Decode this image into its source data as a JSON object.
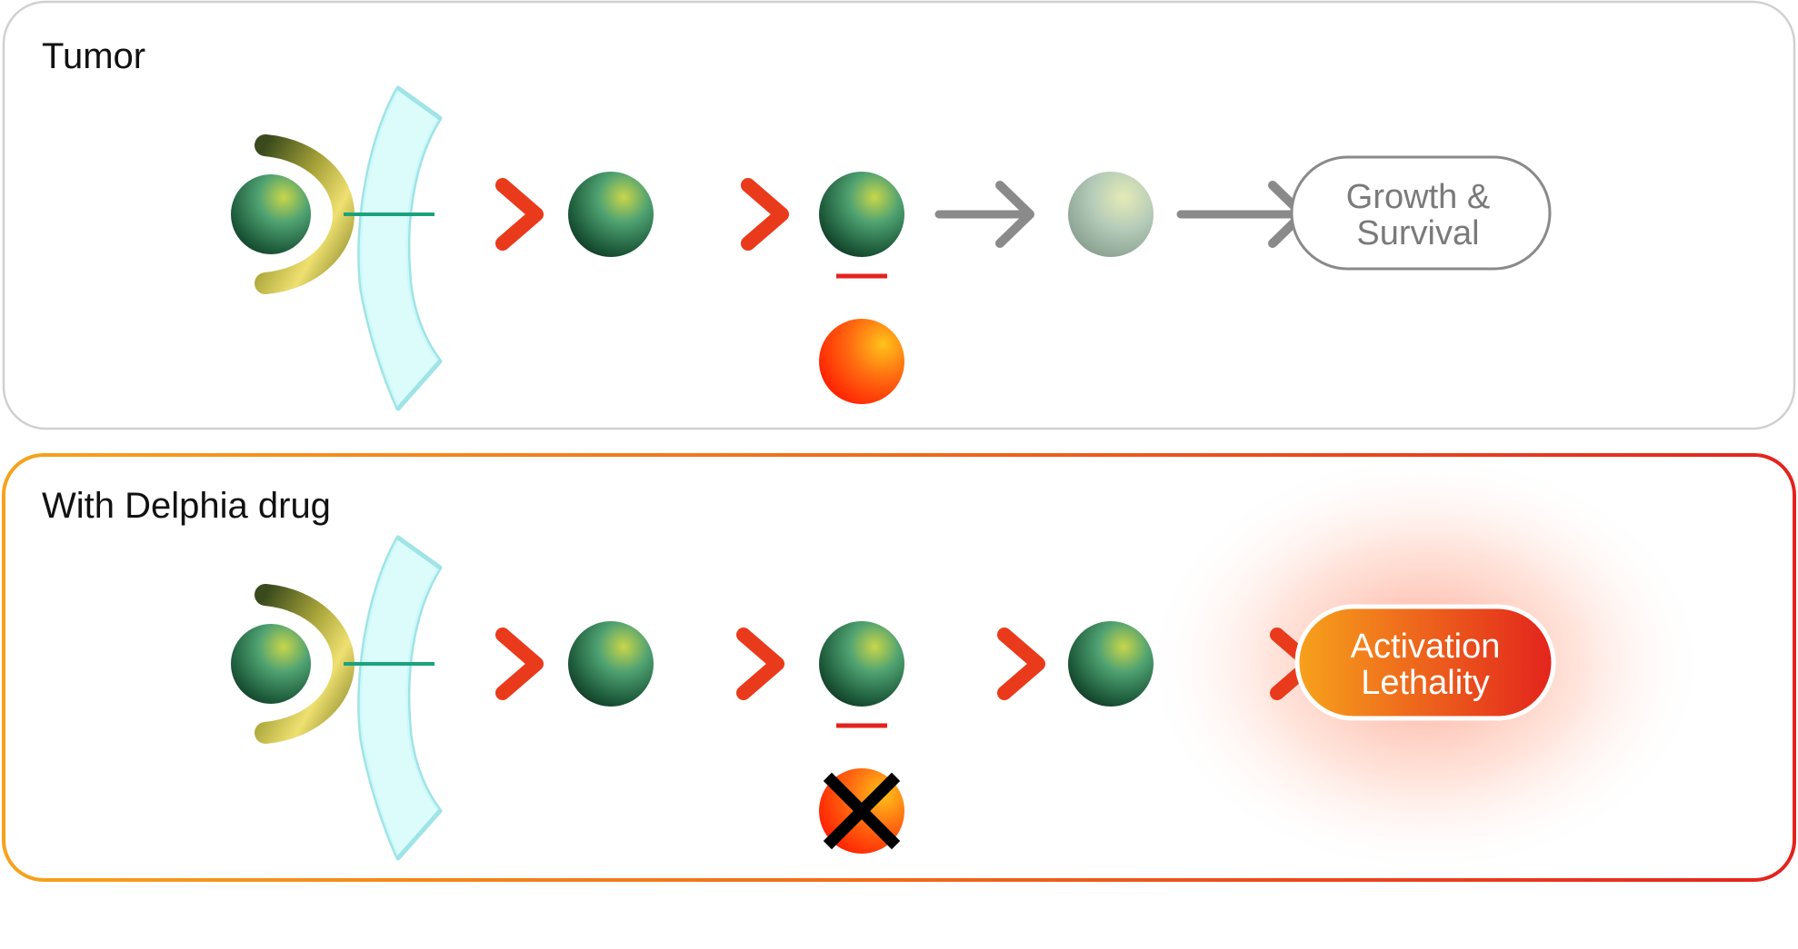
{
  "panels": {
    "tumor": {
      "title": "Tumor",
      "outcome": {
        "line1": "Growth &",
        "line2": "Survival"
      }
    },
    "drug": {
      "title": "With Delphia drug",
      "outcome": {
        "line1": "Activation",
        "line2": "Lethality"
      }
    }
  },
  "colors": {
    "accent_red": "#e3231d",
    "accent_orange": "#f7a21b",
    "faded_gray": "#8a8a8a",
    "membrane_cyan": "#9fe4e6",
    "receptor_yellow": "#e8d34e",
    "protein_green": "#2f8a55"
  },
  "icons": {
    "receptor": "receptor-icon",
    "membrane": "cell-membrane-icon",
    "protein": "protein-sphere-icon",
    "inhibitor": "inhibitor-sphere-icon",
    "blocked": "x-mark-icon"
  }
}
